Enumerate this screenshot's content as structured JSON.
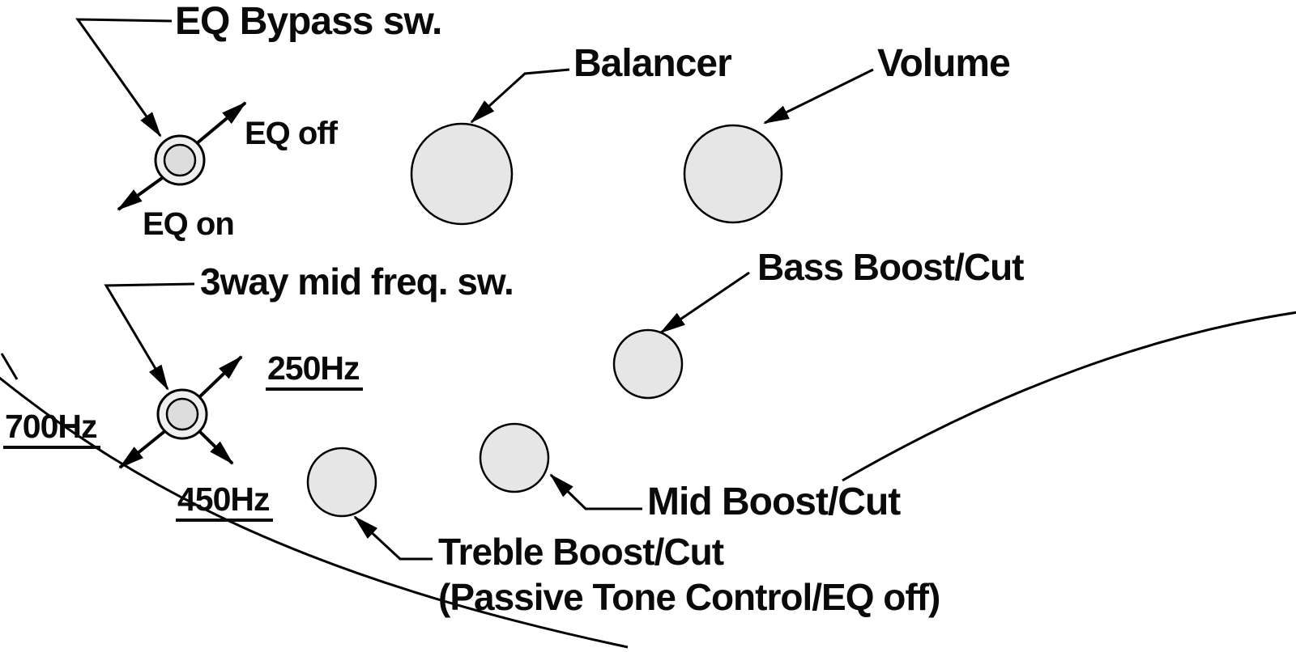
{
  "diagram": {
    "background": "#ffffff",
    "colors": {
      "knob_fill": "#e6e6e6",
      "switch_ring_fill": "#efefef",
      "switch_center_fill": "#dddddd",
      "line": "#000000",
      "text": "#0a0a0a"
    },
    "labels": {
      "eq_bypass": "EQ Bypass sw.",
      "eq_off": "EQ off",
      "eq_on": "EQ on",
      "balancer": "Balancer",
      "volume": "Volume",
      "bass_boost_cut": "Bass Boost/Cut",
      "mid_freq_sw": "3way mid freq. sw.",
      "freq_250": "250Hz",
      "freq_700": "700Hz",
      "freq_450": "450Hz",
      "mid_boost_cut": "Mid Boost/Cut",
      "treble_boost_cut": "Treble Boost/Cut",
      "treble_note": "(Passive Tone Control/EQ off)"
    }
  }
}
